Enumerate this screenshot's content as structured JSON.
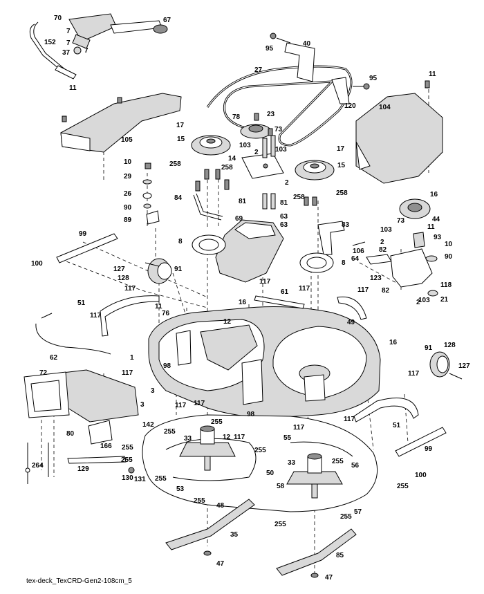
{
  "caption": "tex-deck_TexCRD-Gen2-108cm_5",
  "labels": [
    {
      "id": "70",
      "text": "70"
    },
    {
      "id": "67",
      "text": "67"
    },
    {
      "id": "7a",
      "text": "7"
    },
    {
      "id": "7b",
      "text": "7"
    },
    {
      "id": "152",
      "text": "152"
    },
    {
      "id": "37",
      "text": "37"
    },
    {
      "id": "7c",
      "text": "7"
    },
    {
      "id": "95a",
      "text": "95"
    },
    {
      "id": "40",
      "text": "40"
    },
    {
      "id": "27",
      "text": "27"
    },
    {
      "id": "95b",
      "text": "95"
    },
    {
      "id": "11a",
      "text": "11"
    },
    {
      "id": "11b",
      "text": "11"
    },
    {
      "id": "105",
      "text": "105"
    },
    {
      "id": "120",
      "text": "120"
    },
    {
      "id": "104",
      "text": "104"
    },
    {
      "id": "78",
      "text": "78"
    },
    {
      "id": "23",
      "text": "23"
    },
    {
      "id": "73a",
      "text": "73"
    },
    {
      "id": "17a",
      "text": "17"
    },
    {
      "id": "15a",
      "text": "15"
    },
    {
      "id": "103a",
      "text": "103"
    },
    {
      "id": "2a",
      "text": "2"
    },
    {
      "id": "103b",
      "text": "103"
    },
    {
      "id": "17b",
      "text": "17"
    },
    {
      "id": "14",
      "text": "14"
    },
    {
      "id": "15b",
      "text": "15"
    },
    {
      "id": "10a",
      "text": "10"
    },
    {
      "id": "258a",
      "text": "258"
    },
    {
      "id": "258b",
      "text": "258"
    },
    {
      "id": "2b",
      "text": "2"
    },
    {
      "id": "29",
      "text": "29"
    },
    {
      "id": "26",
      "text": "26"
    },
    {
      "id": "84",
      "text": "84"
    },
    {
      "id": "81a",
      "text": "81"
    },
    {
      "id": "81b",
      "text": "81"
    },
    {
      "id": "258c",
      "text": "258"
    },
    {
      "id": "258d",
      "text": "258"
    },
    {
      "id": "16a",
      "text": "16"
    },
    {
      "id": "90a",
      "text": "90"
    },
    {
      "id": "89",
      "text": "89"
    },
    {
      "id": "69",
      "text": "69"
    },
    {
      "id": "63a",
      "text": "63"
    },
    {
      "id": "63b",
      "text": "63"
    },
    {
      "id": "44",
      "text": "44"
    },
    {
      "id": "83",
      "text": "83"
    },
    {
      "id": "11c",
      "text": "11"
    },
    {
      "id": "99a",
      "text": "99"
    },
    {
      "id": "8a",
      "text": "8"
    },
    {
      "id": "103c",
      "text": "103"
    },
    {
      "id": "2c",
      "text": "2"
    },
    {
      "id": "73b",
      "text": "73"
    },
    {
      "id": "93",
      "text": "93"
    },
    {
      "id": "106",
      "text": "106"
    },
    {
      "id": "82a",
      "text": "82"
    },
    {
      "id": "10b",
      "text": "10"
    },
    {
      "id": "100a",
      "text": "100"
    },
    {
      "id": "127a",
      "text": "127"
    },
    {
      "id": "91a",
      "text": "91"
    },
    {
      "id": "64",
      "text": "64"
    },
    {
      "id": "90b",
      "text": "90"
    },
    {
      "id": "128a",
      "text": "128"
    },
    {
      "id": "8b",
      "text": "8"
    },
    {
      "id": "123",
      "text": "123"
    },
    {
      "id": "82b",
      "text": "82"
    },
    {
      "id": "118",
      "text": "118"
    },
    {
      "id": "117a",
      "text": "117"
    },
    {
      "id": "117b",
      "text": "117"
    },
    {
      "id": "117c",
      "text": "117"
    },
    {
      "id": "117d",
      "text": "117"
    },
    {
      "id": "2d",
      "text": "2"
    },
    {
      "id": "103d",
      "text": "103"
    },
    {
      "id": "21",
      "text": "21"
    },
    {
      "id": "51a",
      "text": "51"
    },
    {
      "id": "11d",
      "text": "11"
    },
    {
      "id": "61",
      "text": "61"
    },
    {
      "id": "16b",
      "text": "16"
    },
    {
      "id": "117e",
      "text": "117"
    },
    {
      "id": "76",
      "text": "76"
    },
    {
      "id": "12a",
      "text": "12"
    },
    {
      "id": "49",
      "text": "49"
    },
    {
      "id": "62",
      "text": "62"
    },
    {
      "id": "1",
      "text": "1"
    },
    {
      "id": "16c",
      "text": "16"
    },
    {
      "id": "98a",
      "text": "98"
    },
    {
      "id": "117f",
      "text": "117"
    },
    {
      "id": "91b",
      "text": "91"
    },
    {
      "id": "128b",
      "text": "128"
    },
    {
      "id": "127b",
      "text": "127"
    },
    {
      "id": "72",
      "text": "72"
    },
    {
      "id": "3a",
      "text": "3"
    },
    {
      "id": "3b",
      "text": "3"
    },
    {
      "id": "117g",
      "text": "117"
    },
    {
      "id": "117h",
      "text": "117"
    },
    {
      "id": "117i",
      "text": "117"
    },
    {
      "id": "98b",
      "text": "98"
    },
    {
      "id": "117j",
      "text": "117"
    },
    {
      "id": "51b",
      "text": "51"
    },
    {
      "id": "80",
      "text": "80"
    },
    {
      "id": "142",
      "text": "142"
    },
    {
      "id": "255a",
      "text": "255"
    },
    {
      "id": "255b",
      "text": "255"
    },
    {
      "id": "12b",
      "text": "12"
    },
    {
      "id": "117k",
      "text": "117"
    },
    {
      "id": "55",
      "text": "55"
    },
    {
      "id": "117l",
      "text": "117"
    },
    {
      "id": "166",
      "text": "166"
    },
    {
      "id": "255c",
      "text": "255"
    },
    {
      "id": "33a",
      "text": "33"
    },
    {
      "id": "255d",
      "text": "255"
    },
    {
      "id": "99b",
      "text": "99"
    },
    {
      "id": "264",
      "text": "264"
    },
    {
      "id": "255e",
      "text": "255"
    },
    {
      "id": "33b",
      "text": "33"
    },
    {
      "id": "255f",
      "text": "255"
    },
    {
      "id": "56",
      "text": "56"
    },
    {
      "id": "129",
      "text": "129"
    },
    {
      "id": "130",
      "text": "130"
    },
    {
      "id": "131",
      "text": "131"
    },
    {
      "id": "255g",
      "text": "255"
    },
    {
      "id": "50",
      "text": "50"
    },
    {
      "id": "100b",
      "text": "100"
    },
    {
      "id": "53",
      "text": "53"
    },
    {
      "id": "58",
      "text": "58"
    },
    {
      "id": "255h",
      "text": "255"
    },
    {
      "id": "255i",
      "text": "255"
    },
    {
      "id": "48",
      "text": "48"
    },
    {
      "id": "57",
      "text": "57"
    },
    {
      "id": "255j",
      "text": "255"
    },
    {
      "id": "255k",
      "text": "255"
    },
    {
      "id": "35",
      "text": "35"
    },
    {
      "id": "85",
      "text": "85"
    },
    {
      "id": "47a",
      "text": "47"
    },
    {
      "id": "47b",
      "text": "47"
    }
  ]
}
